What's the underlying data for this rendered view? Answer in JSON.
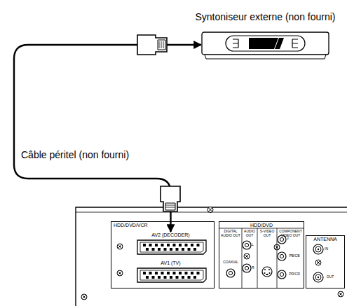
{
  "diagram": {
    "nodes": [
      {
        "text": [
          "Syntoniseur externe (non fourni)"
        ]
      },
      {
        "text": [
          "HDD/DVD/VCR"
        ]
      },
      {
        "text": [
          "AV2 (DECODER)"
        ],
        "in": 1
      },
      {
        "text": [
          "AV1 (TV)"
        ],
        "in": 1
      },
      {
        "text": [
          "HDD/DVD"
        ]
      },
      {
        "text": [
          "ANTENNA"
        ]
      }
    ],
    "edges": [
      {
        "from": 2,
        "to": 0,
        "arrow": "both",
        "label": "Câble péritel (non fourni)"
      }
    ],
    "labels": [
      "DIGITAL AUDIO OUT",
      "AUDIO OUT",
      "S-VIDEO OUT",
      "COMPONENT VIDEO OUT",
      "COAXIAL",
      "L",
      "R",
      "Y",
      "PB/CB",
      "PR/CR",
      "IN",
      "OUT"
    ]
  }
}
